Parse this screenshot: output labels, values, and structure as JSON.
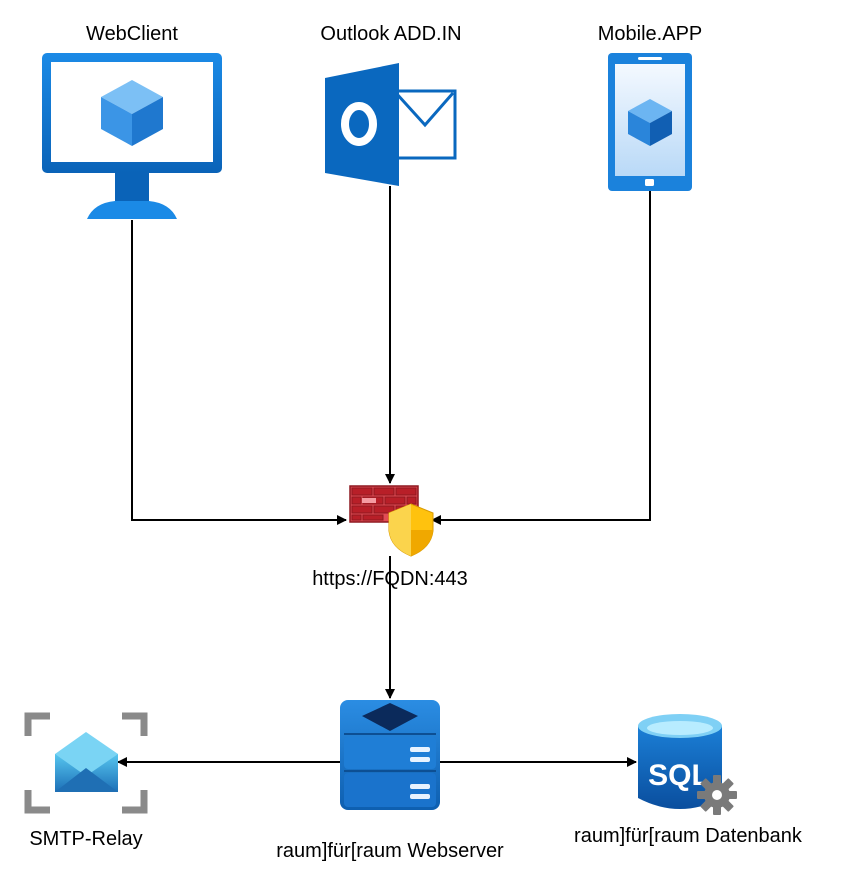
{
  "diagram": {
    "nodes": {
      "webclient": {
        "label": "WebClient",
        "icon": "monitor-icon"
      },
      "outlook": {
        "label": "Outlook ADD.IN",
        "icon": "outlook-icon"
      },
      "mobile": {
        "label": "Mobile.APP",
        "icon": "tablet-icon"
      },
      "firewall": {
        "label": "https://FQDN:443",
        "icon": "firewall-icon"
      },
      "smtp": {
        "label": "SMTP-Relay",
        "icon": "mail-relay-icon"
      },
      "webserver": {
        "label": "raum]für[raum Webserver",
        "icon": "server-icon"
      },
      "database": {
        "label": "raum]für[raum Datenbank",
        "icon": "sql-database-icon",
        "icon_text": "SQL"
      }
    },
    "edges": [
      {
        "from": "webclient",
        "to": "firewall"
      },
      {
        "from": "outlook",
        "to": "firewall"
      },
      {
        "from": "mobile",
        "to": "firewall"
      },
      {
        "from": "firewall",
        "to": "webserver"
      },
      {
        "from": "webserver",
        "to": "smtp"
      },
      {
        "from": "webserver",
        "to": "database"
      }
    ]
  },
  "colors": {
    "azure_blue": "#0078d4",
    "light_blue": "#50a8ee",
    "dark_navy": "#0b2a5b",
    "firewall_red": "#c8262f",
    "shield_yellow": "#ffc20e",
    "relay_gray": "#8a8a8a",
    "gear_gray": "#7a7a7a",
    "line": "#000000"
  }
}
